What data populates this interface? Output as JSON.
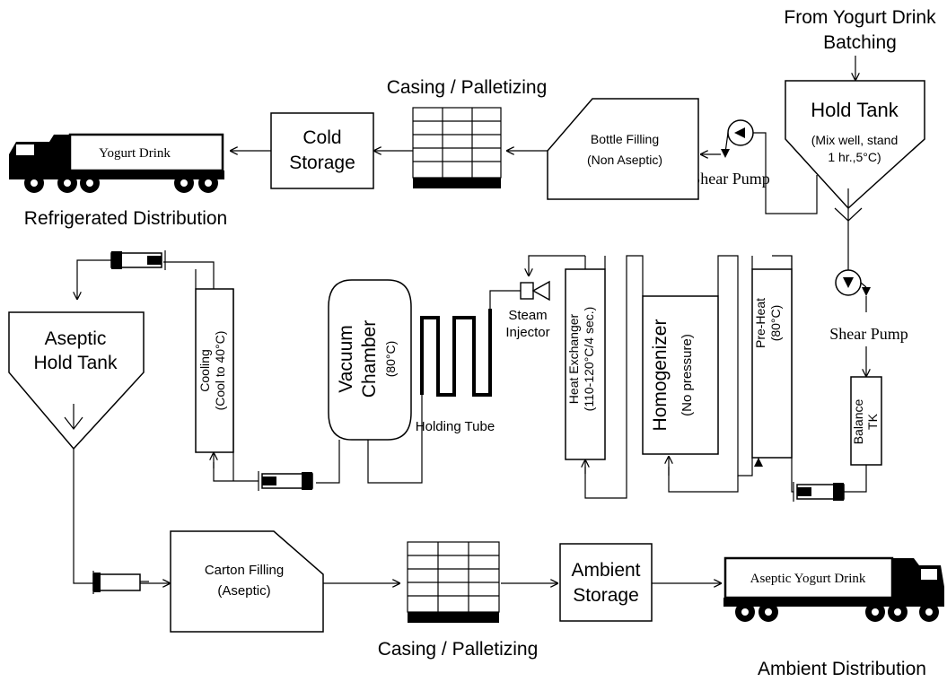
{
  "labels": {
    "source_line1": "From Yogurt Drink",
    "source_line2": "Batching",
    "hold_tank": "Hold Tank",
    "hold_tank_note1": "(Mix well, stand",
    "hold_tank_note2": "1 hr.,5°C)",
    "shear_pump_top": "Shear Pump",
    "shear_pump_right": "Shear Pump",
    "bottle_filling1": "Bottle Filling",
    "bottle_filling2": "(Non Aseptic)",
    "casing_top": "Casing / Palletizing",
    "cold_storage1": "Cold",
    "cold_storage2": "Storage",
    "truck_top_label": "Yogurt Drink",
    "refrigerated_distribution": "Refrigerated Distribution",
    "balance_tank1": "Balance",
    "balance_tank2": "TK",
    "preheat1": "Pre-Heat",
    "preheat2": "(80°C)",
    "homogenizer1": "Homogenizer",
    "homogenizer2": "(No pressure)",
    "heat_exchanger1": "Heat Exchanger",
    "heat_exchanger2": "(110-120°C/4 sec.)",
    "steam1": "Steam",
    "steam2": "Injector",
    "holding_tube": "Holding Tube",
    "vacuum1": "Vacuum",
    "vacuum2": "Chamber",
    "vacuum3": "(80°C)",
    "cooling1": "Cooling",
    "cooling2": "(Cool to 40°C)",
    "aseptic_tank1": "Aseptic",
    "aseptic_tank2": "Hold Tank",
    "carton1": "Carton Filling",
    "carton2": "(Aseptic)",
    "casing_bottom": "Casing / Palletizing",
    "ambient_storage1": "Ambient",
    "ambient_storage2": "Storage",
    "truck_bottom_label": "Aseptic Yogurt Drink",
    "ambient_distribution": "Ambient Distribution"
  },
  "colors": {
    "line": "#000000",
    "background": "#ffffff",
    "fill": "#000000"
  }
}
